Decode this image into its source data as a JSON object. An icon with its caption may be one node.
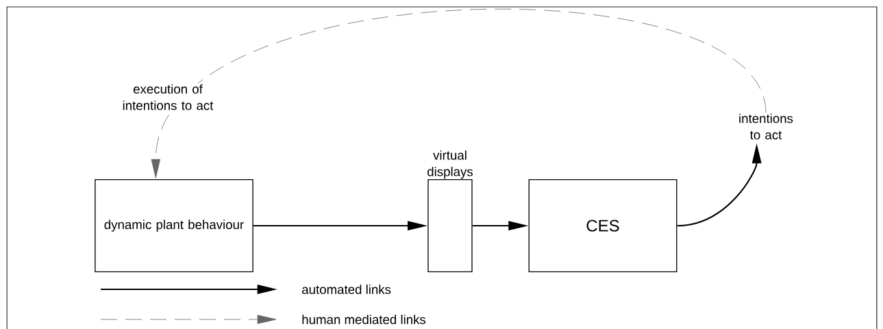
{
  "diagram": {
    "nodes": [
      {
        "text": [
          "dynamic plant behaviour"
        ]
      },
      {
        "text": [
          "virtual displays"
        ]
      },
      {
        "text": [
          "CES"
        ]
      },
      {
        "text": [
          "intentions to act"
        ]
      }
    ],
    "edges": [
      {
        "from": 0,
        "to": 1,
        "arrow": "to"
      },
      {
        "from": 1,
        "to": 2,
        "arrow": "to"
      },
      {
        "from": 2,
        "to": 3,
        "arrow": "to"
      },
      {
        "from": 3,
        "to": 0,
        "arrow": "to",
        "style": "dashed",
        "color": "#666666",
        "label": "execution of intentions to act"
      }
    ],
    "legend": [
      {
        "text": "automated links"
      },
      {
        "text": "human mediated links"
      }
    ]
  }
}
